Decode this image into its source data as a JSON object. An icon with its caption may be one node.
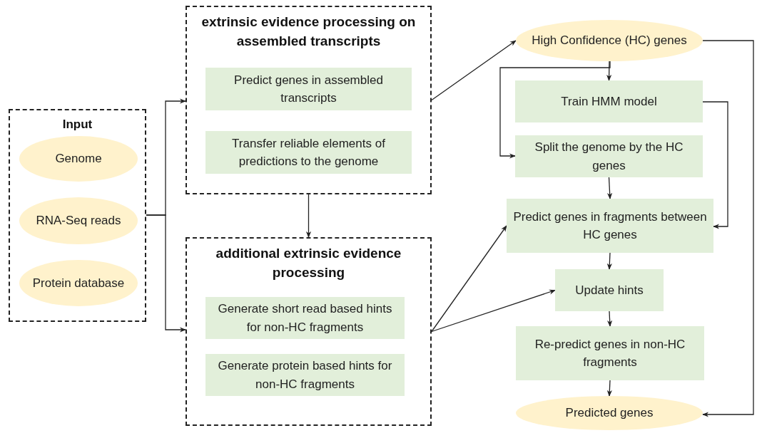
{
  "diagram": {
    "nodes": [
      {
        "text": [
          "Input"
        ]
      },
      {
        "text": [
          "Genome"
        ],
        "in": 0
      },
      {
        "text": [
          "RNA-Seq reads"
        ],
        "in": 0
      },
      {
        "text": [
          "Protein database"
        ],
        "in": 0
      },
      {
        "text": [
          "extrinsic evidence processing on assembled transcripts"
        ]
      },
      {
        "text": [
          "Predict genes in assembled transcripts"
        ],
        "in": 4
      },
      {
        "text": [
          "Transfer reliable elements of predictions to the genome"
        ],
        "in": 4
      },
      {
        "text": [
          "additional extrinsic evidence processing"
        ]
      },
      {
        "text": [
          "Generate short read based hints for non-HC fragments"
        ],
        "in": 7
      },
      {
        "text": [
          "Generate protein based hints for non-HC fragments"
        ],
        "in": 7
      },
      {
        "text": [
          "High Confidence (HC) genes"
        ]
      },
      {
        "text": [
          "Train HMM model"
        ]
      },
      {
        "text": [
          "Split the genome by the HC genes"
        ]
      },
      {
        "text": [
          "Predict genes in fragments between HC genes"
        ]
      },
      {
        "text": [
          "Update hints"
        ]
      },
      {
        "text": [
          "Re-predict genes in non-HC fragments"
        ]
      },
      {
        "text": [
          "Predicted genes"
        ]
      }
    ],
    "edges": [
      {
        "from": 0,
        "to": 4,
        "arrow": "to"
      },
      {
        "from": 0,
        "to": 7,
        "arrow": "to"
      },
      {
        "from": 4,
        "to": 7,
        "arrow": "to"
      },
      {
        "from": 4,
        "to": 10,
        "arrow": "to"
      },
      {
        "from": 7,
        "to": 13,
        "arrow": "to"
      },
      {
        "from": 7,
        "to": 14,
        "arrow": "to"
      },
      {
        "from": 10,
        "to": 11,
        "arrow": "to"
      },
      {
        "from": 10,
        "to": 12,
        "arrow": "to"
      },
      {
        "from": 11,
        "to": 13,
        "arrow": "to"
      },
      {
        "from": 12,
        "to": 13,
        "arrow": "to"
      },
      {
        "from": 13,
        "to": 14,
        "arrow": "to"
      },
      {
        "from": 14,
        "to": 15,
        "arrow": "to"
      },
      {
        "from": 15,
        "to": 16,
        "arrow": "to"
      },
      {
        "from": 10,
        "to": 16,
        "arrow": "to"
      }
    ]
  }
}
